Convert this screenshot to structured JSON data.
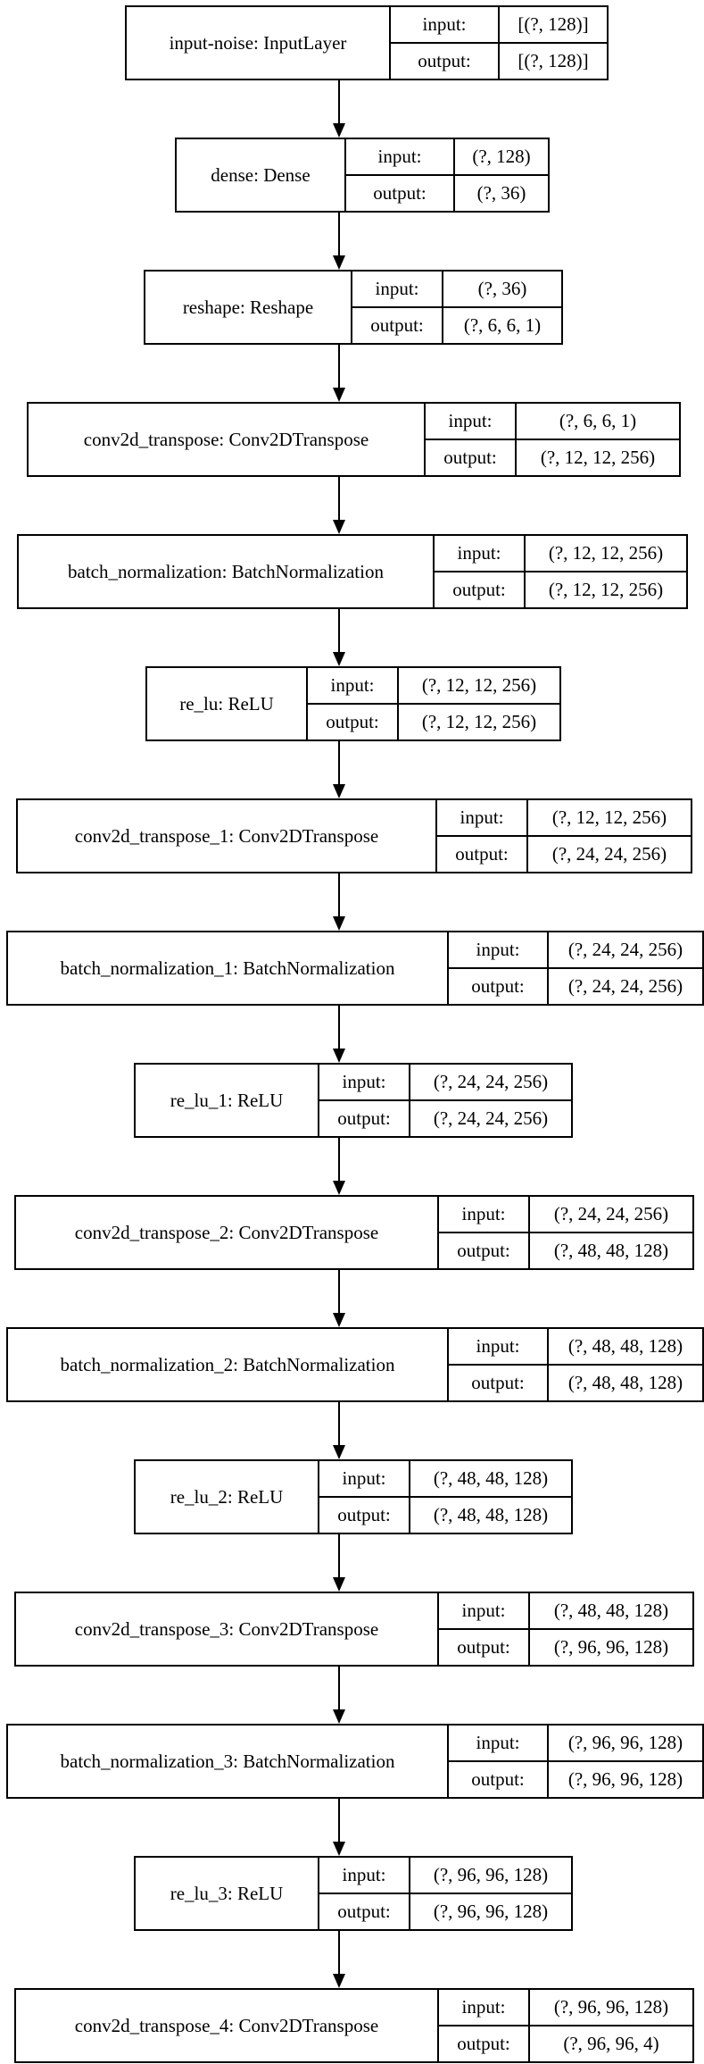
{
  "io_labels": {
    "input": "input:",
    "output": "output:"
  },
  "layers": [
    {
      "name": "input-noise: InputLayer",
      "input": "[(?, 128)]",
      "output": "[(?, 128)]"
    },
    {
      "name": "dense: Dense",
      "input": "(?, 128)",
      "output": "(?, 36)"
    },
    {
      "name": "reshape: Reshape",
      "input": "(?, 36)",
      "output": "(?, 6, 6, 1)"
    },
    {
      "name": "conv2d_transpose: Conv2DTranspose",
      "input": "(?, 6, 6, 1)",
      "output": "(?, 12, 12, 256)"
    },
    {
      "name": "batch_normalization: BatchNormalization",
      "input": "(?, 12, 12, 256)",
      "output": "(?, 12, 12, 256)"
    },
    {
      "name": "re_lu: ReLU",
      "input": "(?, 12, 12, 256)",
      "output": "(?, 12, 12, 256)"
    },
    {
      "name": "conv2d_transpose_1: Conv2DTranspose",
      "input": "(?, 12, 12, 256)",
      "output": "(?, 24, 24, 256)"
    },
    {
      "name": "batch_normalization_1: BatchNormalization",
      "input": "(?, 24, 24, 256)",
      "output": "(?, 24, 24, 256)"
    },
    {
      "name": "re_lu_1: ReLU",
      "input": "(?, 24, 24, 256)",
      "output": "(?, 24, 24, 256)"
    },
    {
      "name": "conv2d_transpose_2: Conv2DTranspose",
      "input": "(?, 24, 24, 256)",
      "output": "(?, 48, 48, 128)"
    },
    {
      "name": "batch_normalization_2: BatchNormalization",
      "input": "(?, 48, 48, 128)",
      "output": "(?, 48, 48, 128)"
    },
    {
      "name": "re_lu_2: ReLU",
      "input": "(?, 48, 48, 128)",
      "output": "(?, 48, 48, 128)"
    },
    {
      "name": "conv2d_transpose_3: Conv2DTranspose",
      "input": "(?, 48, 48, 128)",
      "output": "(?, 96, 96, 128)"
    },
    {
      "name": "batch_normalization_3: BatchNormalization",
      "input": "(?, 96, 96, 128)",
      "output": "(?, 96, 96, 128)"
    },
    {
      "name": "re_lu_3: ReLU",
      "input": "(?, 96, 96, 128)",
      "output": "(?, 96, 96, 128)"
    },
    {
      "name": "conv2d_transpose_4: Conv2DTranspose",
      "input": "(?, 96, 96, 128)",
      "output": "(?, 96, 96, 4)"
    }
  ]
}
